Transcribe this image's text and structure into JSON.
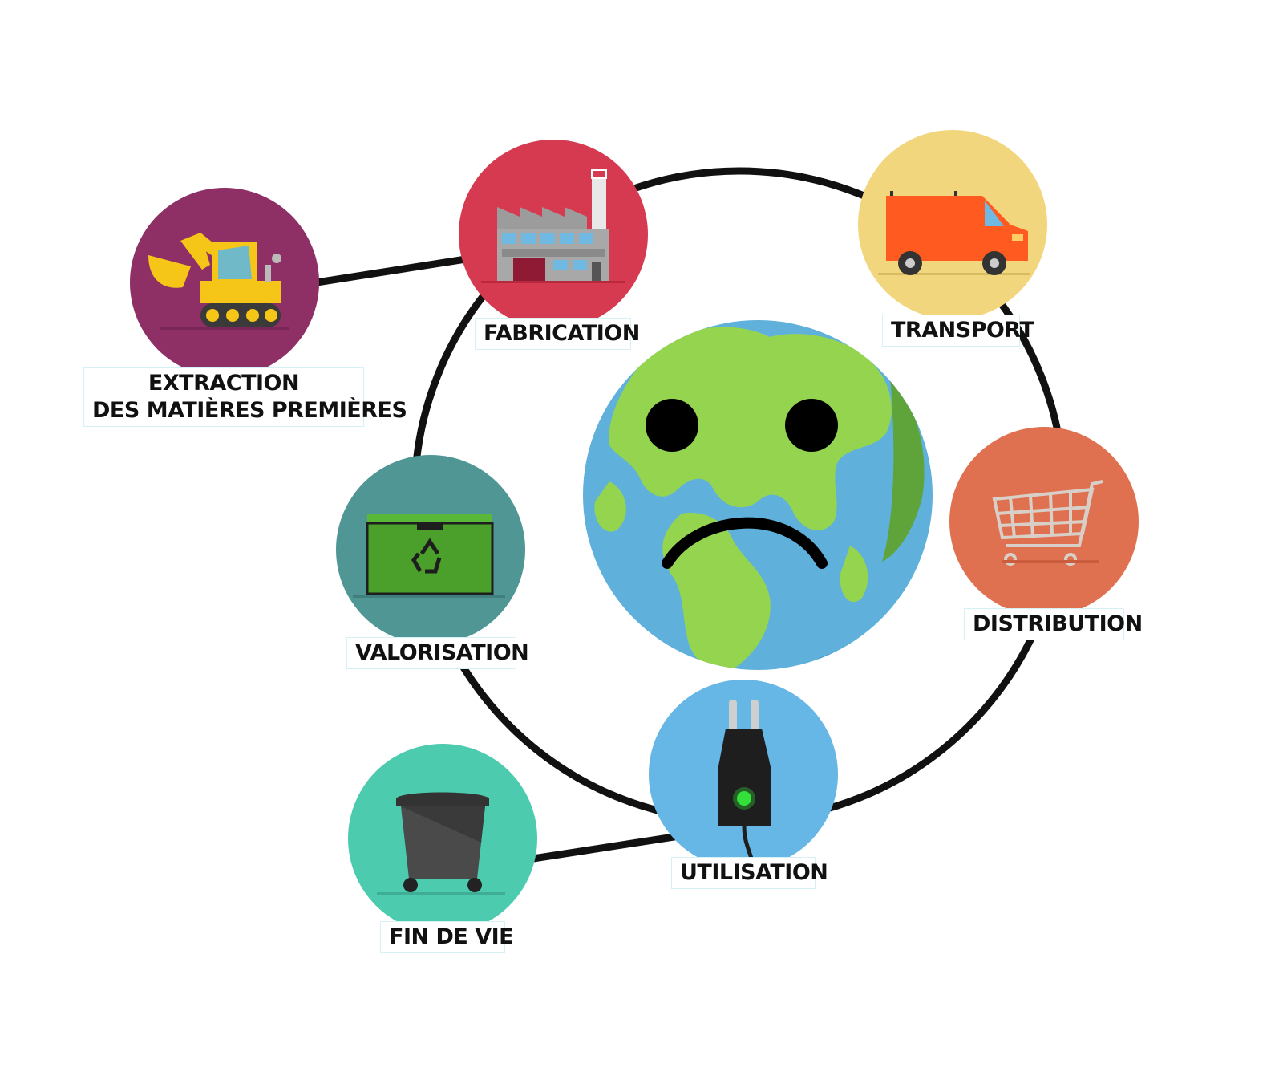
{
  "colors": {
    "background": "#ffffff",
    "cycle_line": "#111111",
    "extraction": "#8e2f66",
    "fabrication": "#d63a50",
    "transport": "#f2d67e",
    "distribution": "#e07150",
    "utilisation": "#66b6e6",
    "valorisation": "#4f9695",
    "fin_de_vie": "#4ccbae",
    "earth_ocean": "#5fb1dc",
    "earth_land": "#94d44e"
  },
  "stages": {
    "extraction": {
      "label_line1": "EXTRACTION",
      "label_line2": "DES MATIÈRES PREMIÈRES",
      "icon": "excavator-icon"
    },
    "fabrication": {
      "label": "FABRICATION",
      "icon": "factory-icon"
    },
    "transport": {
      "label": "TRANSPORT",
      "icon": "delivery-van-icon"
    },
    "distribution": {
      "label": "DISTRIBUTION",
      "icon": "shopping-cart-icon"
    },
    "utilisation": {
      "label": "UTILISATION",
      "icon": "power-plug-icon"
    },
    "valorisation": {
      "label": "VALORISATION",
      "icon": "recycling-bin-icon"
    },
    "fin_de_vie": {
      "label": "FIN DE VIE",
      "icon": "trash-container-icon"
    }
  },
  "center": {
    "icon": "sad-earth-icon"
  }
}
